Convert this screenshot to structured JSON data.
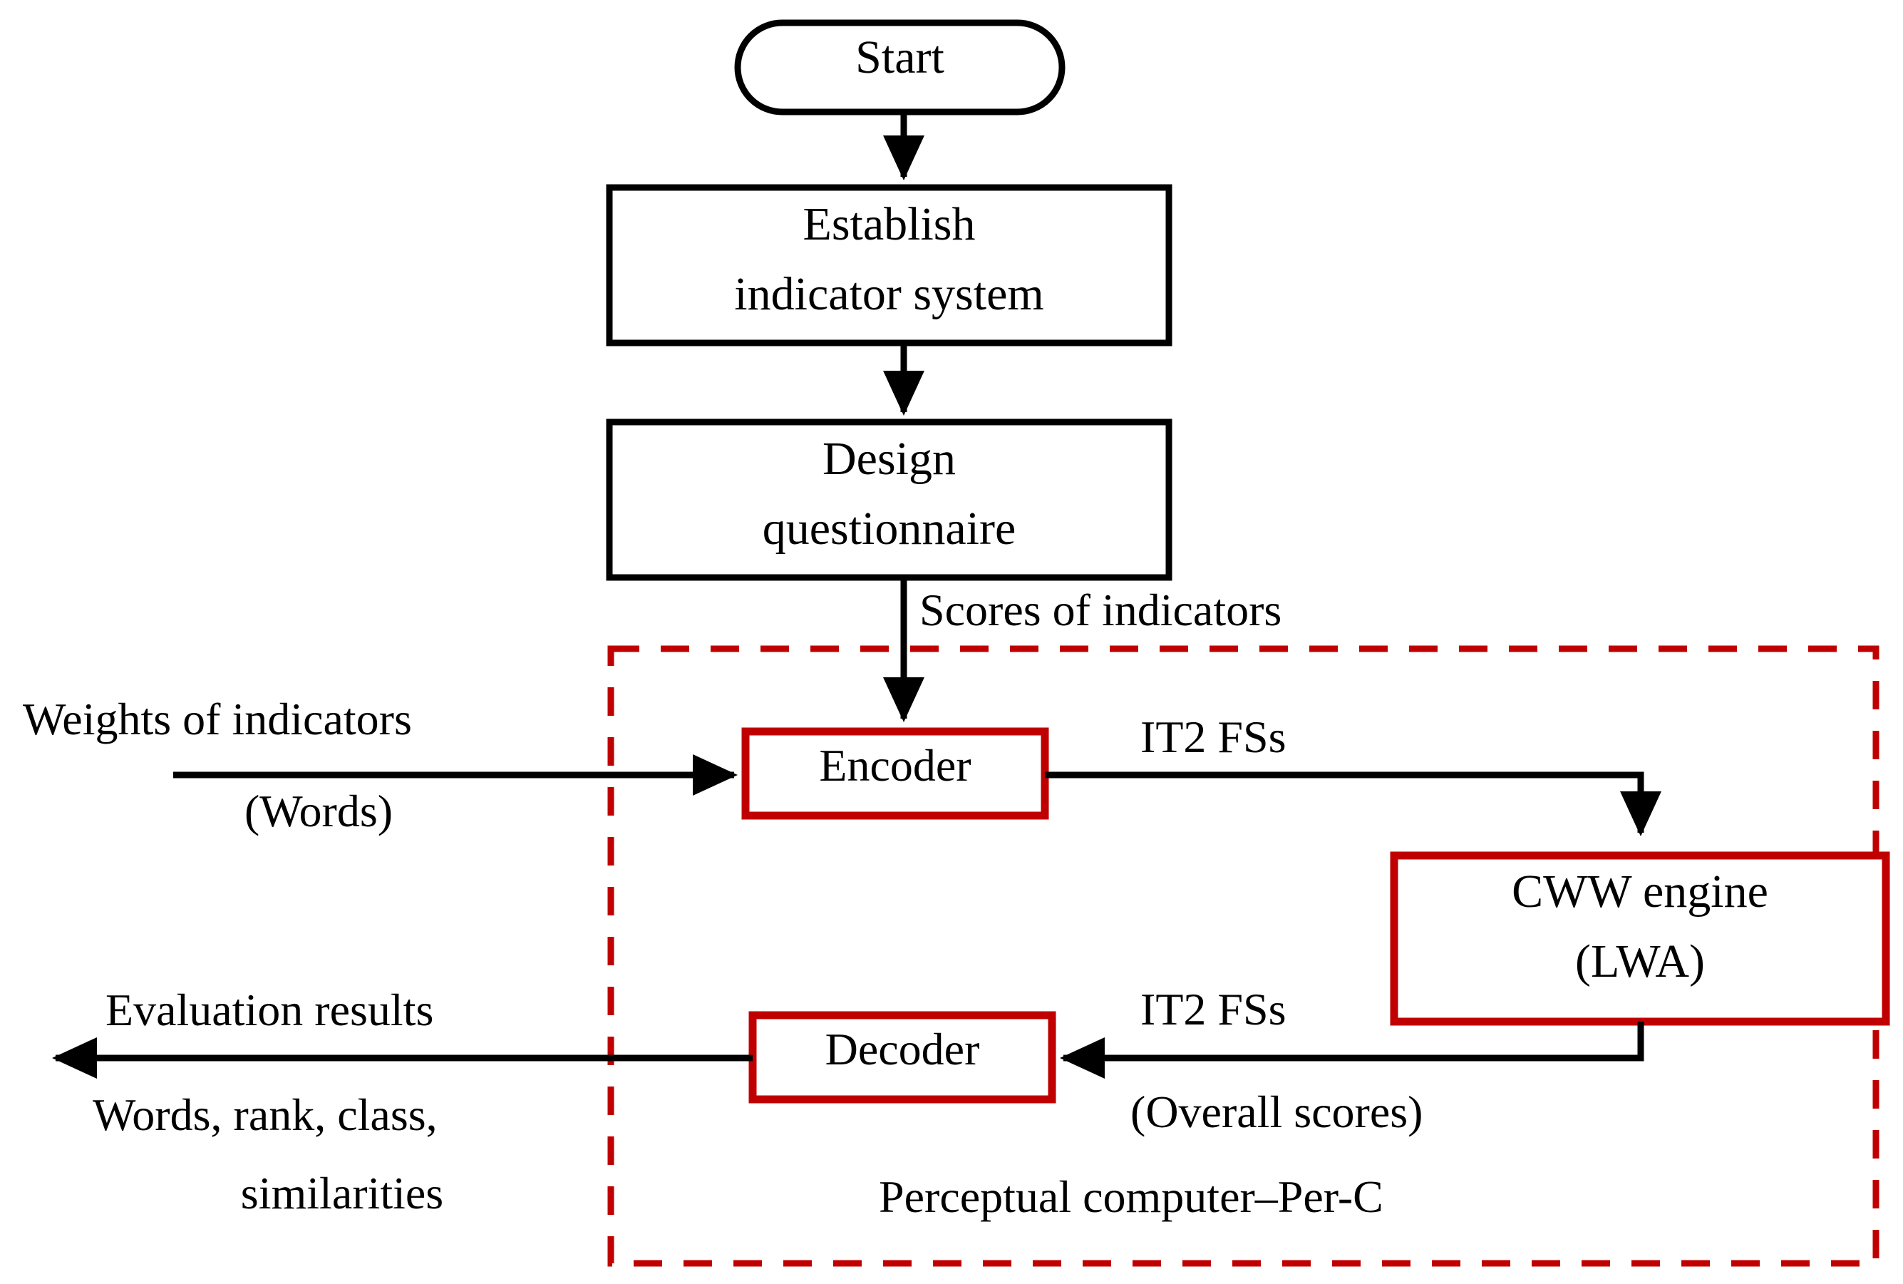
{
  "diagram": {
    "title": "Perceptual computer (Per-C) evaluation flowchart",
    "colors": {
      "stroke_black": "#000000",
      "stroke_red": "#C00000",
      "background": "#FFFFFF"
    },
    "nodes": {
      "start": {
        "label": "Start",
        "shape": "stadium",
        "border": "black"
      },
      "establish": {
        "line1": "Establish",
        "line2": "indicator system",
        "shape": "rect",
        "border": "black"
      },
      "design": {
        "line1": "Design",
        "line2": "questionnaire",
        "shape": "rect",
        "border": "black"
      },
      "encoder": {
        "label": "Encoder",
        "shape": "rect",
        "border": "red"
      },
      "cww": {
        "line1": "CWW engine",
        "line2": "(LWA)",
        "shape": "rect",
        "border": "red"
      },
      "decoder": {
        "label": "Decoder",
        "shape": "rect",
        "border": "red"
      }
    },
    "edge_labels": {
      "scores_of_indicators": "Scores of indicators",
      "weights_of_indicators": "Weights of indicators",
      "weights_words": "(Words)",
      "it2_fss_top": "IT2 FSs",
      "it2_fss_bottom": "IT2 FSs",
      "overall_scores": "(Overall scores)",
      "evaluation_results": "Evaluation results",
      "evaluation_detail_line1": "Words, rank, class,",
      "evaluation_detail_line2": "similarities"
    },
    "group_box": {
      "label": "Perceptual computer–Per-C",
      "style": "dashed",
      "color": "#C00000"
    }
  }
}
